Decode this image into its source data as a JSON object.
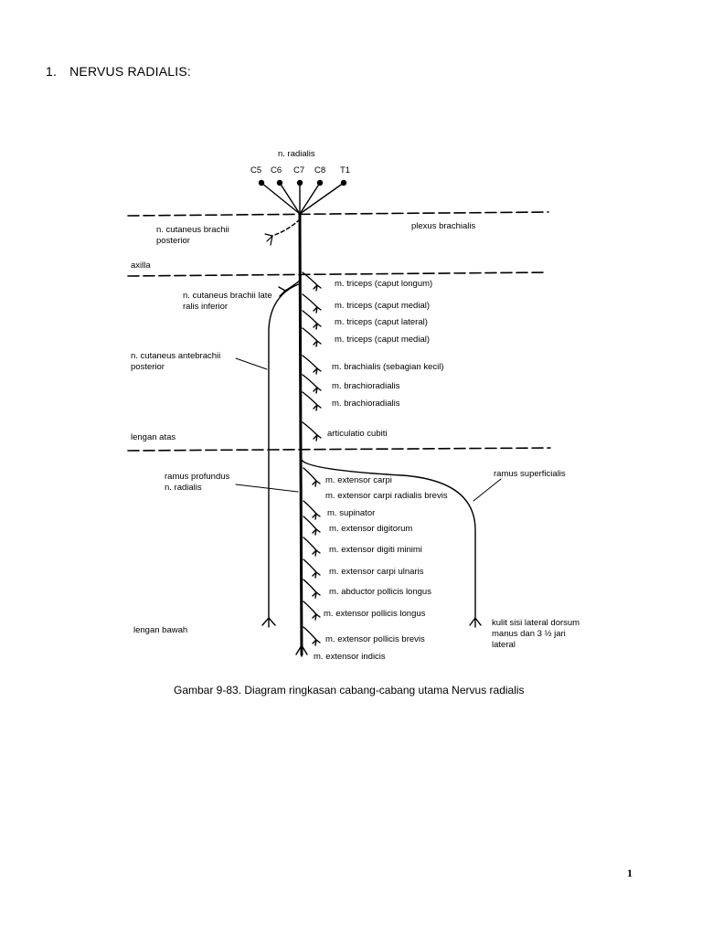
{
  "heading": {
    "number": "1.",
    "title": "NERVUS RADIALIS:"
  },
  "diagram": {
    "top_label": "n. radialis",
    "roots": [
      "C5",
      "C6",
      "C7",
      "C8",
      "T1"
    ],
    "region_labels": {
      "plexus": "plexus brachialis",
      "axilla": "axilla",
      "upper_arm": "lengan atas",
      "forearm": "lengan bawah"
    },
    "left_labels": {
      "cut_post": [
        "n. cutaneus brachii",
        "posterior"
      ],
      "cut_lat_inf": [
        "n. cutaneus brachii late",
        "ralis inferior"
      ],
      "cut_ante": [
        "n. cutaneus antebrachii",
        "posterior"
      ],
      "ramus_prof": [
        "ramus profundus",
        "n. radialis"
      ]
    },
    "upper_branches": [
      "m. triceps (caput longum)",
      "m. triceps (caput medial)",
      "m. triceps (caput lateral)",
      "m. triceps (caput medial)",
      "m. brachialis (sebagian kecil)",
      "m. brachioradialis",
      "m. brachioradialis",
      "articulatio cubiti"
    ],
    "lower_branches": [
      "m. extensor carpi",
      "m. extensor carpi radialis brevis",
      "m. supinator",
      "m. extensor digitorum",
      "m. extensor digiti minimi",
      "m. extensor carpi ulnaris",
      "m. abductor pollicis longus",
      "m. extensor pollicis longus",
      "m. extensor pollicis brevis",
      "m. extensor indicis"
    ],
    "ramus_superficialis": "ramus superficialis",
    "skin_label": [
      "kulit sisi lateral dorsum",
      "manus dan 3 ½  jari",
      "lateral"
    ]
  },
  "caption": {
    "bold": "Gambar 9-83.",
    "text": " Diagram ringkasan cabang-cabang utama Nervus radialis"
  },
  "page_number": "1"
}
